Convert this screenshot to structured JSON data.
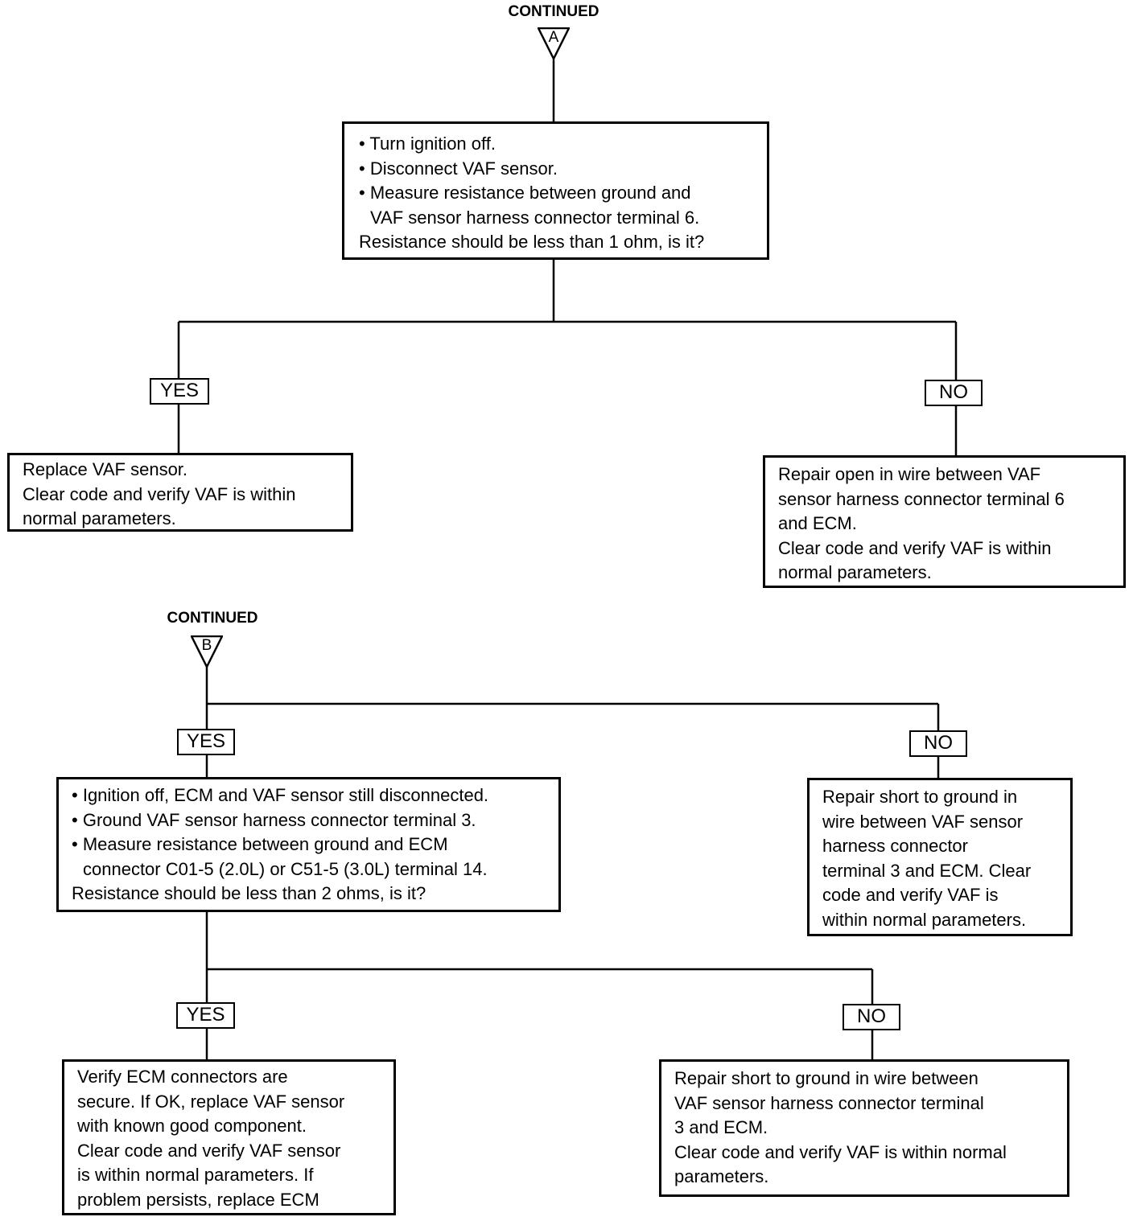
{
  "colors": {
    "ink": "#000000",
    "paper": "#ffffff"
  },
  "sectionA": {
    "continued": "CONTINUED",
    "marker": "A",
    "check_box": {
      "bullets": [
        "Turn ignition off.",
        "Disconnect VAF sensor.",
        "Measure resistance between ground and\nVAF sensor harness connector terminal 6."
      ],
      "question": "Resistance should be less than 1 ohm, is it?"
    },
    "yes_label": "YES",
    "no_label": "NO",
    "yes_box": [
      "Replace VAF sensor.",
      "Clear code and verify VAF is within",
      "normal parameters."
    ],
    "no_box": [
      "Repair open in wire between VAF",
      "sensor harness connector terminal 6",
      "and ECM.",
      "Clear code and verify VAF is within",
      "normal parameters."
    ]
  },
  "sectionB": {
    "continued": "CONTINUED",
    "marker": "B",
    "yes_label": "YES",
    "no_label": "NO",
    "check_box": {
      "bullets": [
        "Ignition off, ECM and VAF sensor still disconnected.",
        "Ground VAF sensor harness connector terminal 3.",
        "Measure resistance between ground and ECM\nconnector C01-5 (2.0L) or C51-5 (3.0L) terminal 14."
      ],
      "question": "Resistance should be less than 2 ohms, is it?"
    },
    "no_box": [
      "Repair short to ground in",
      "wire between VAF sensor",
      "harness connector",
      "terminal 3 and ECM. Clear",
      "code and verify VAF is",
      "within normal parameters."
    ],
    "yes2_label": "YES",
    "no2_label": "NO",
    "yes2_box": [
      "Verify ECM connectors are",
      "secure. If OK, replace VAF sensor",
      "with known good component.",
      "Clear code and verify VAF sensor",
      "is within normal parameters. If",
      "problem persists, replace ECM"
    ],
    "no2_box": [
      "Repair short to ground in wire between",
      "VAF sensor harness connector terminal",
      "3 and ECM.",
      "Clear code and verify VAF is within normal",
      "parameters."
    ]
  }
}
